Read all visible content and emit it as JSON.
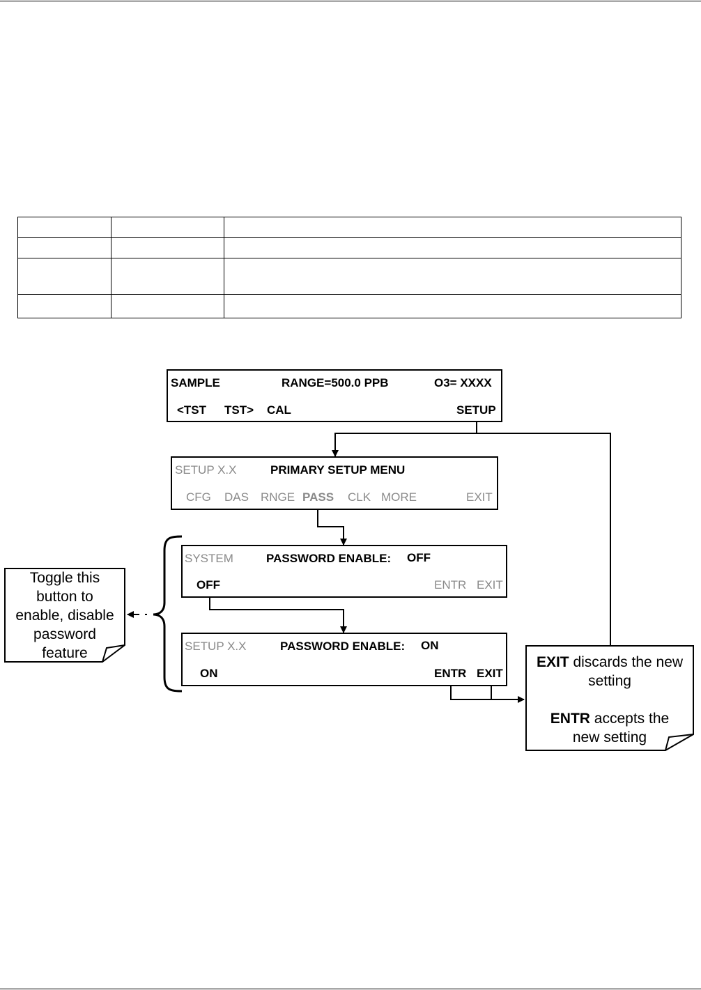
{
  "screens": {
    "sample": {
      "mode": "SAMPLE",
      "range": "RANGE=500.0 PPB",
      "conc": "O3= XXXX",
      "keys": [
        "<TST",
        "TST>",
        "CAL",
        "SETUP"
      ]
    },
    "setup": {
      "mode": "SETUP X.X",
      "title": "PRIMARY SETUP MENU",
      "keys": [
        "CFG",
        "DAS",
        "RNGE",
        "PASS",
        "CLK",
        "MORE",
        "EXIT"
      ]
    },
    "system": {
      "mode": "SYSTEM",
      "title": "PASSWORD ENABLE:",
      "value": "OFF",
      "keys": [
        "OFF",
        "ENTR",
        "EXIT"
      ]
    },
    "setup_on": {
      "mode": "SETUP X.X",
      "title": "PASSWORD ENABLE:",
      "value": "ON",
      "keys": [
        "ON",
        "ENTR",
        "EXIT"
      ]
    }
  },
  "notes": {
    "toggle": [
      "Toggle this",
      "button to",
      "enable, disable",
      "password",
      "feature"
    ],
    "exit_entr": {
      "exit_key": "EXIT",
      "exit_text": " discards the new",
      "exit_line2": "setting",
      "entr_key": "ENTR",
      "entr_text": " accepts the",
      "entr_line2": "new setting"
    }
  }
}
